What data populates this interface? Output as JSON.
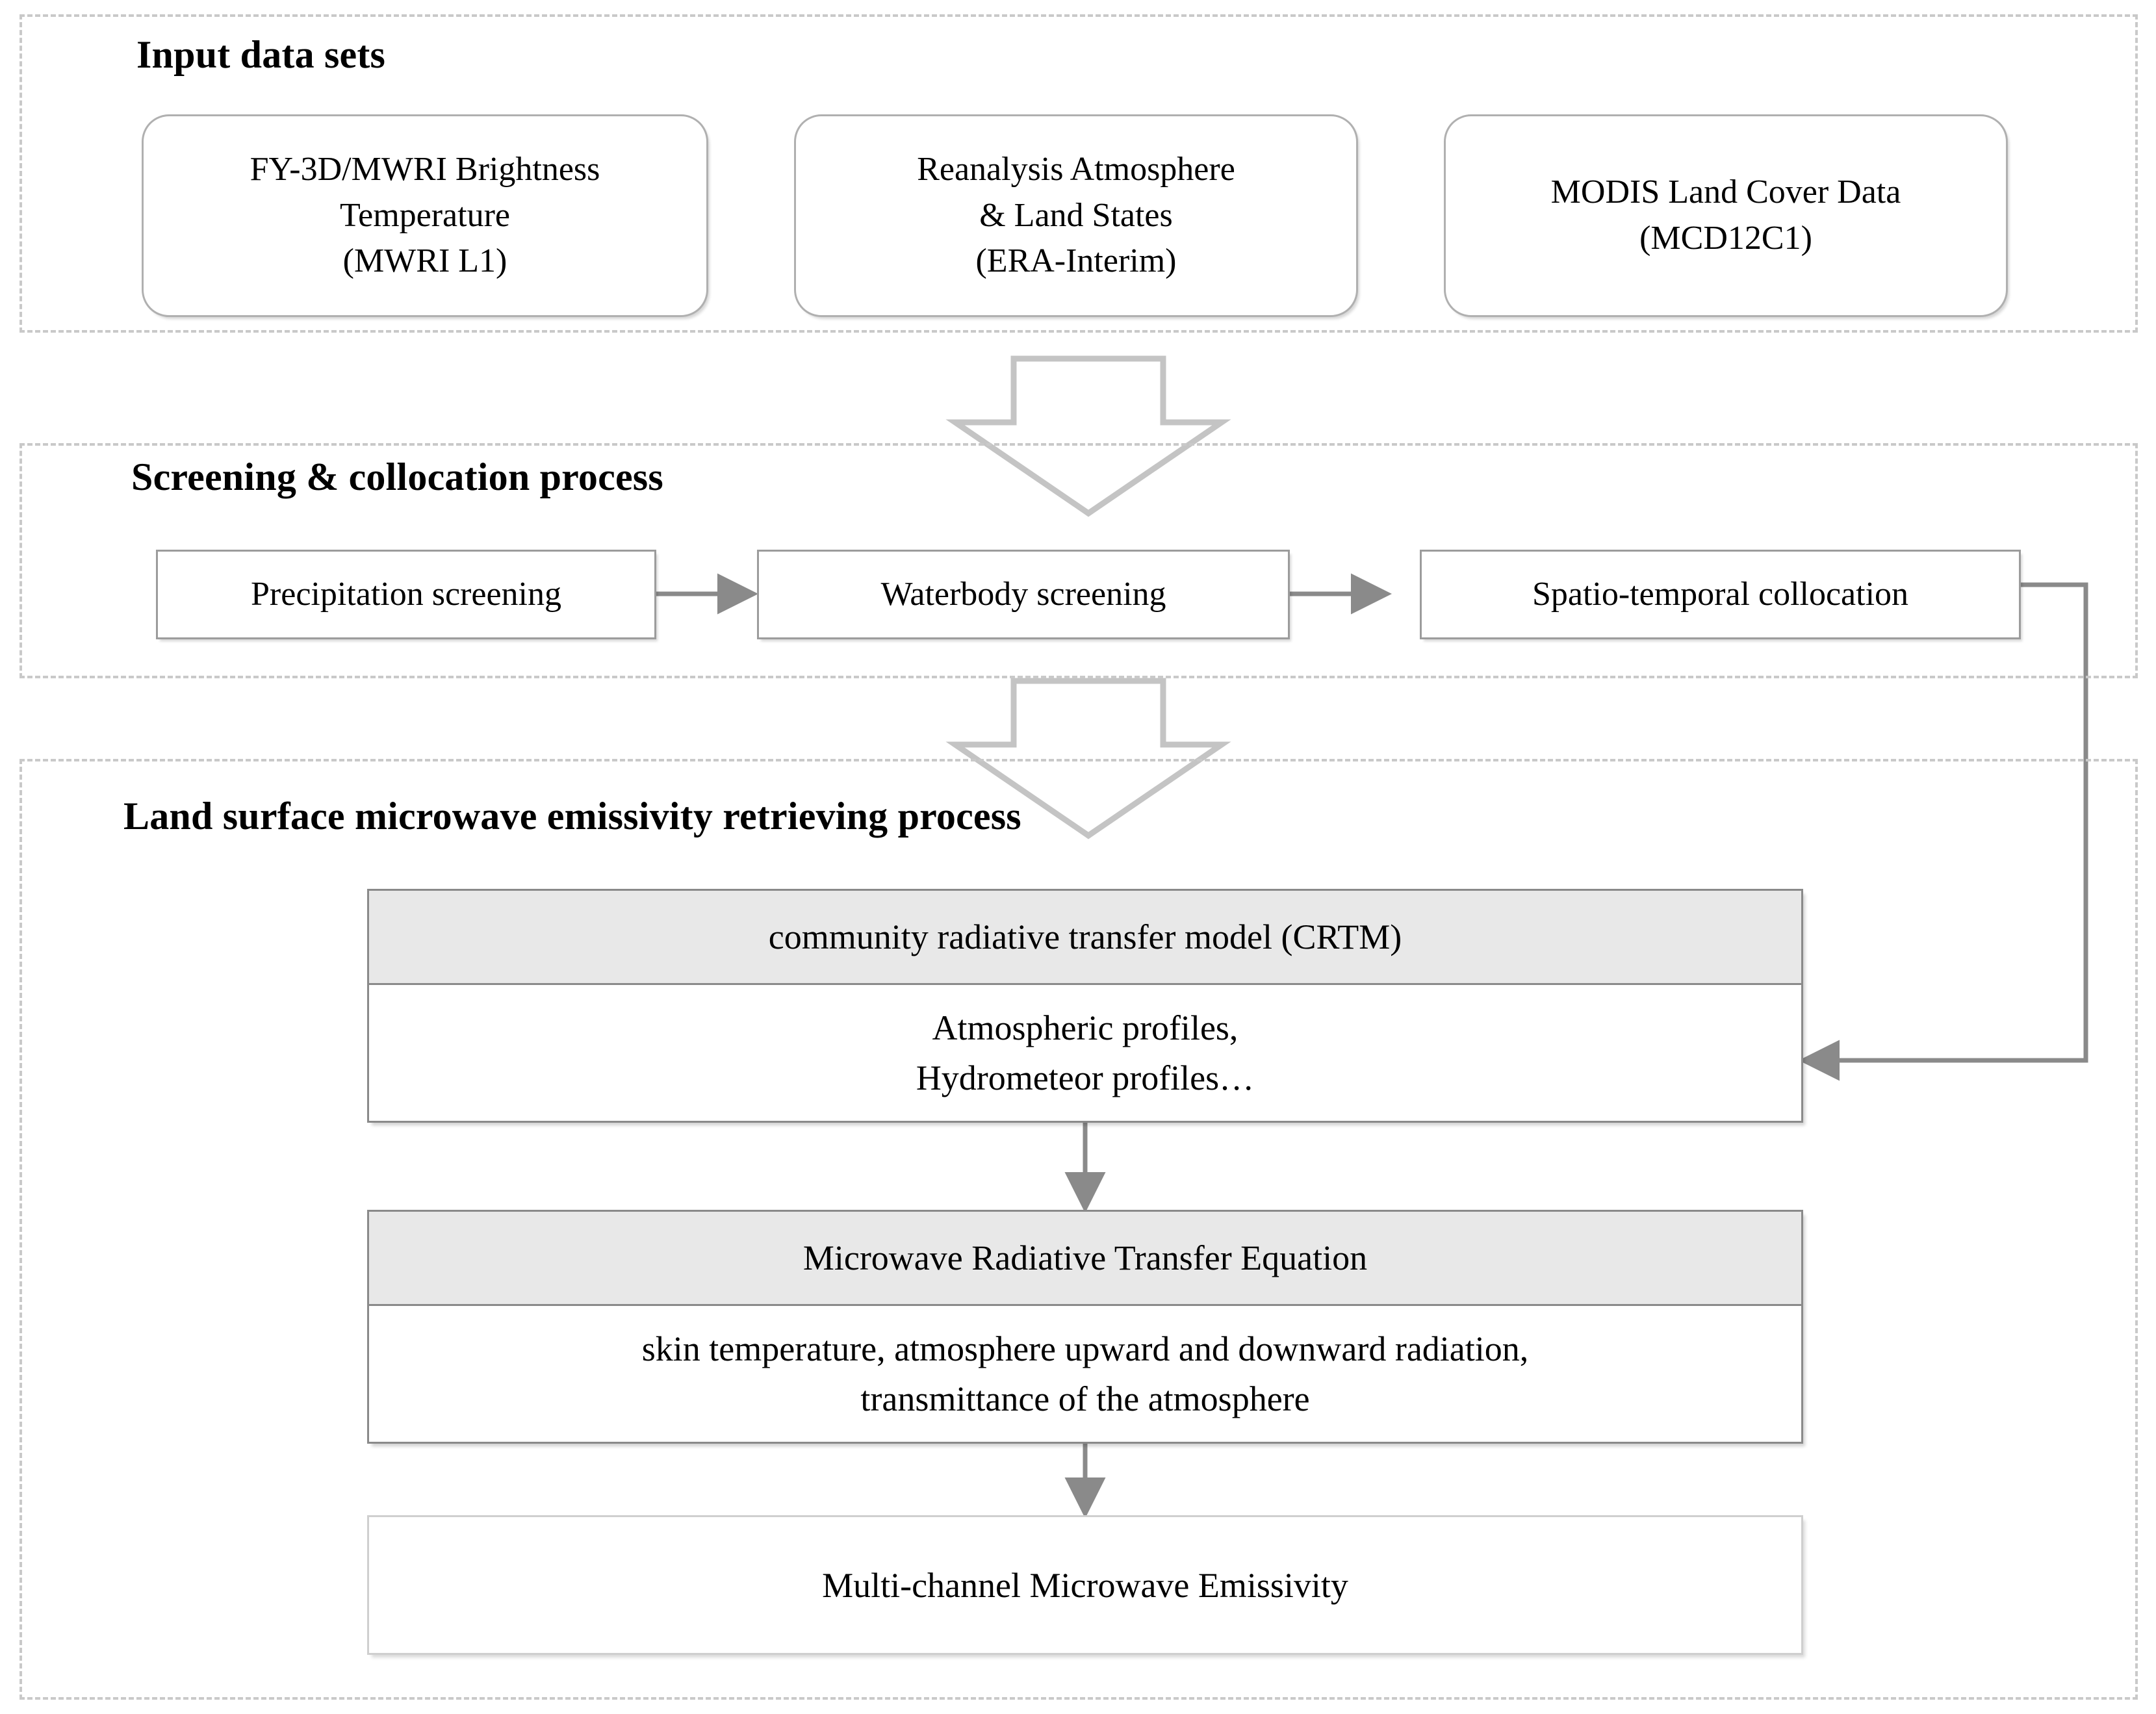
{
  "diagram": {
    "title_section_1": "Input data sets",
    "title_section_2": "Screening & collocation process",
    "title_section_3": "Land surface microwave emissivity retrieving process",
    "colors": {
      "group_border": "#c9c9c9",
      "box_border": "#b0b0b0",
      "rect_border": "#9c9c9c",
      "model_border": "#8a8a8a",
      "model_header_fill": "#e8e8e8",
      "connector": "#8a8a8a",
      "block_arrow": "#c4c4c4",
      "text": "#000000",
      "background": "#ffffff"
    }
  },
  "input_data_sets": {
    "heading": "Input data sets",
    "boxes": [
      {
        "line1": "FY-3D/MWRI Brightness",
        "line2": "Temperature",
        "line3": "(MWRI L1)"
      },
      {
        "line1": "Reanalysis Atmosphere",
        "line2": "& Land States",
        "line3": "(ERA-Interim)"
      },
      {
        "line1": "MODIS Land Cover Data",
        "line2": "(MCD12C1)",
        "line3": ""
      }
    ]
  },
  "screening_process": {
    "heading": "Screening & collocation process",
    "steps": [
      {
        "label": "Precipitation screening"
      },
      {
        "label": "Waterbody screening"
      },
      {
        "label": "Spatio-temporal collocation"
      }
    ]
  },
  "retrieving_process": {
    "heading": "Land surface microwave emissivity retrieving process",
    "model_blocks": [
      {
        "header": "community radiative transfer model (CRTM)",
        "body_line1": "Atmospheric profiles,",
        "body_line2": "Hydrometeor profiles…"
      },
      {
        "header": "Microwave Radiative Transfer Equation",
        "body_line1": "skin temperature, atmosphere upward and downward radiation,",
        "body_line2": "transmittance of the atmosphere"
      }
    ],
    "output_box": {
      "label": "Multi-channel Microwave Emissivity"
    }
  },
  "connectors": {
    "block_arrow_1": "down-block-arrow",
    "block_arrow_2": "down-block-arrow",
    "feedback": "collocation-to-crtm-feedback"
  }
}
